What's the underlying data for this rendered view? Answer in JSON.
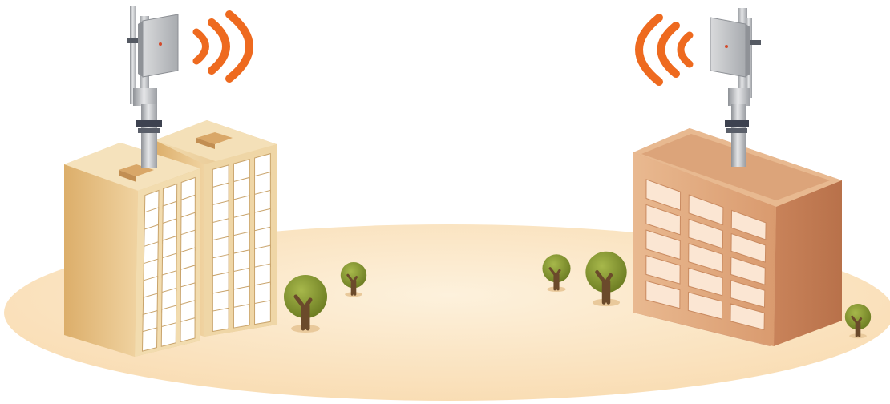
{
  "scene": {
    "left_site": {
      "buildings": [
        "tall-tower-front",
        "tall-tower-back"
      ],
      "antenna": "panel-antenna-icon",
      "signal": "signal-waves-right-icon"
    },
    "right_site": {
      "buildings": [
        "office-block"
      ],
      "antenna": "panel-antenna-icon",
      "signal": "signal-waves-left-icon"
    },
    "trees": 5,
    "colors": {
      "ground": "#fbe7c8",
      "tower": "#e6c48e",
      "office": "#dca27a",
      "signal": "#ee6a1f",
      "tree": "#8a9b34",
      "pole": "#b9bcc0"
    }
  }
}
